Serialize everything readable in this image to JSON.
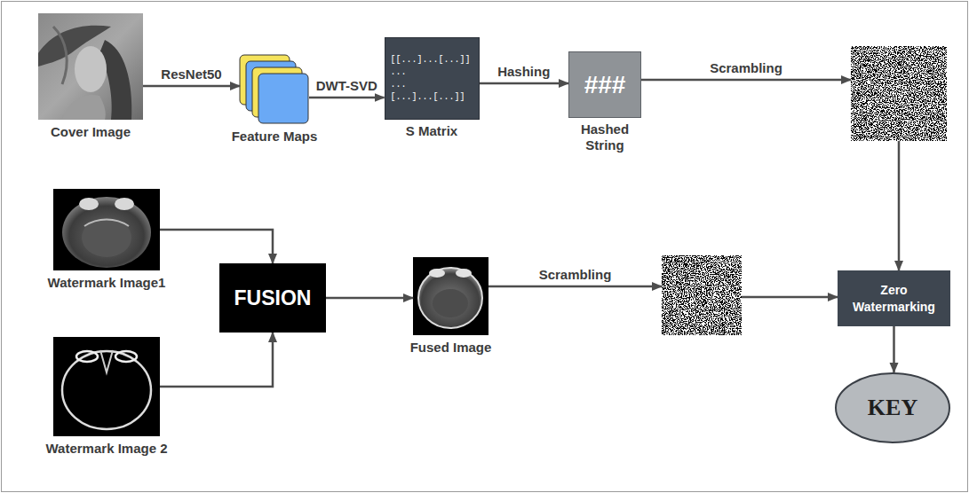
{
  "diagram": {
    "nodes": [
      {
        "text": [
          "Cover Image"
        ]
      },
      {
        "text": [
          "Feature Maps"
        ]
      },
      {
        "text": [
          "[[...]...[...]] ... ... [...]...[...]]",
          "S Matrix"
        ]
      },
      {
        "text": [
          "###",
          "Hashed String"
        ]
      },
      {
        "text": []
      },
      {
        "text": [
          "Watermark Image1"
        ]
      },
      {
        "text": [
          "Watermark Image 2"
        ]
      },
      {
        "text": [
          "FUSION"
        ]
      },
      {
        "text": [
          "Fused Image"
        ]
      },
      {
        "text": []
      },
      {
        "text": [
          "Zero Watermarking"
        ]
      },
      {
        "text": [
          "KEY"
        ]
      }
    ],
    "edges": [
      {
        "from": 0,
        "to": 1,
        "label": "ResNet50",
        "arrow": "to"
      },
      {
        "from": 1,
        "to": 2,
        "label": "DWT-SVD",
        "arrow": "to"
      },
      {
        "from": 2,
        "to": 3,
        "label": "Hashing",
        "arrow": "to"
      },
      {
        "from": 3,
        "to": 4,
        "label": "Scrambling",
        "arrow": "to"
      },
      {
        "from": 4,
        "to": 10,
        "arrow": "to"
      },
      {
        "from": 5,
        "to": 7,
        "arrow": "to"
      },
      {
        "from": 6,
        "to": 7,
        "arrow": "to"
      },
      {
        "from": 7,
        "to": 8,
        "arrow": "to"
      },
      {
        "from": 8,
        "to": 9,
        "label": "Scrambling",
        "arrow": "to"
      },
      {
        "from": 9,
        "to": 10,
        "arrow": "to"
      },
      {
        "from": 10,
        "to": 11,
        "arrow": "to"
      }
    ]
  }
}
